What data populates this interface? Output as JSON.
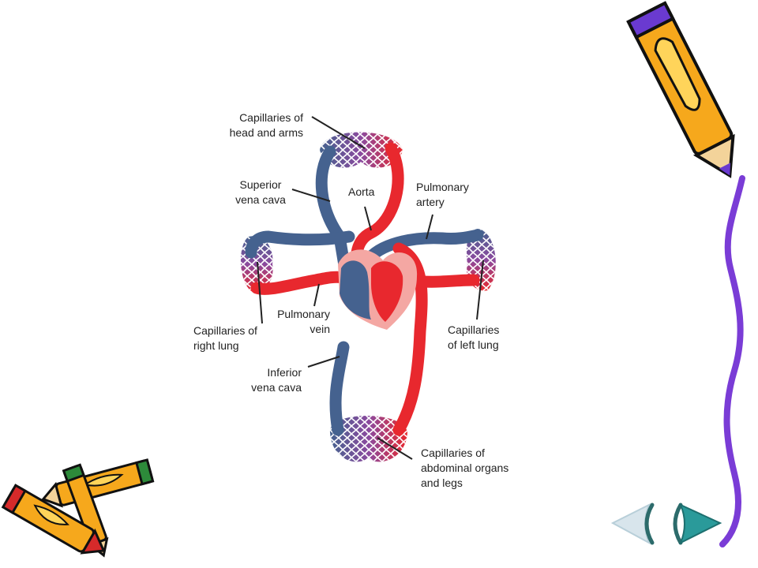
{
  "diagram": {
    "labels": {
      "cap_head": "Capillaries of\nhead and arms",
      "superior_vena_cava": "Superior\nvena cava",
      "aorta": "Aorta",
      "pulmonary_artery": "Pulmonary\nartery",
      "pulmonary_vein": "Pulmonary\nvein",
      "cap_right_lung": "Capillaries of\nright lung",
      "cap_left_lung": "Capillaries\nof left lung",
      "inferior_vena_cava": "Inferior\nvena cava",
      "cap_abdominal": "Capillaries of\nabdominal organs\nand legs"
    },
    "colors": {
      "deoxygenated": "#45628f",
      "oxygenated": "#e8282e",
      "capillary_mix": "#8b4a9e",
      "heart_wall": "#f4a7a3"
    }
  },
  "decor": {
    "pencil_icons": [
      "pencil-icon",
      "pencil-icon",
      "pencil-icon",
      "crayon-icon"
    ],
    "ribbon_color": "#7a3cd6"
  },
  "nav": {
    "prev_icon": "back-arrow-icon",
    "next_icon": "forward-arrow-icon",
    "color": "#2c6b6b"
  }
}
